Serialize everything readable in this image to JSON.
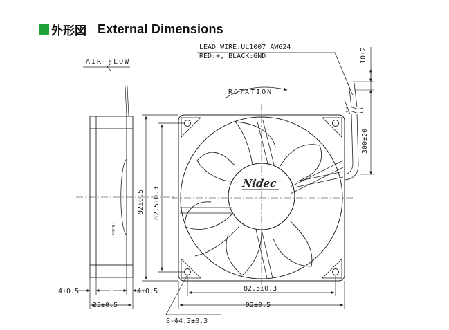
{
  "header": {
    "title_jp": "外形図",
    "title_en": "External Dimensions",
    "accent_color": "#1fa23a"
  },
  "labels": {
    "air_flow": "AIR FLOW",
    "rotation": "ROTATION",
    "lead_wire_line1": "LEAD WIRE:UL1007 AWG24",
    "lead_wire_line2": "RED:+, BLACK:GND",
    "brand_logo": "Nidec",
    "side_label_text": "·Nidec·"
  },
  "dimensions": {
    "lead_stripe": "10±2",
    "lead_length": "300±20",
    "height_outer": "92±0.5",
    "height_holes": "82.5±0.3",
    "width_holes": "82.5±0.3",
    "width_outer": "92±0.5",
    "flange_left": "4±0.5",
    "flange_right": "4±0.5",
    "depth": "25±0.5",
    "holes": "8-Φ4.3±0.3"
  }
}
